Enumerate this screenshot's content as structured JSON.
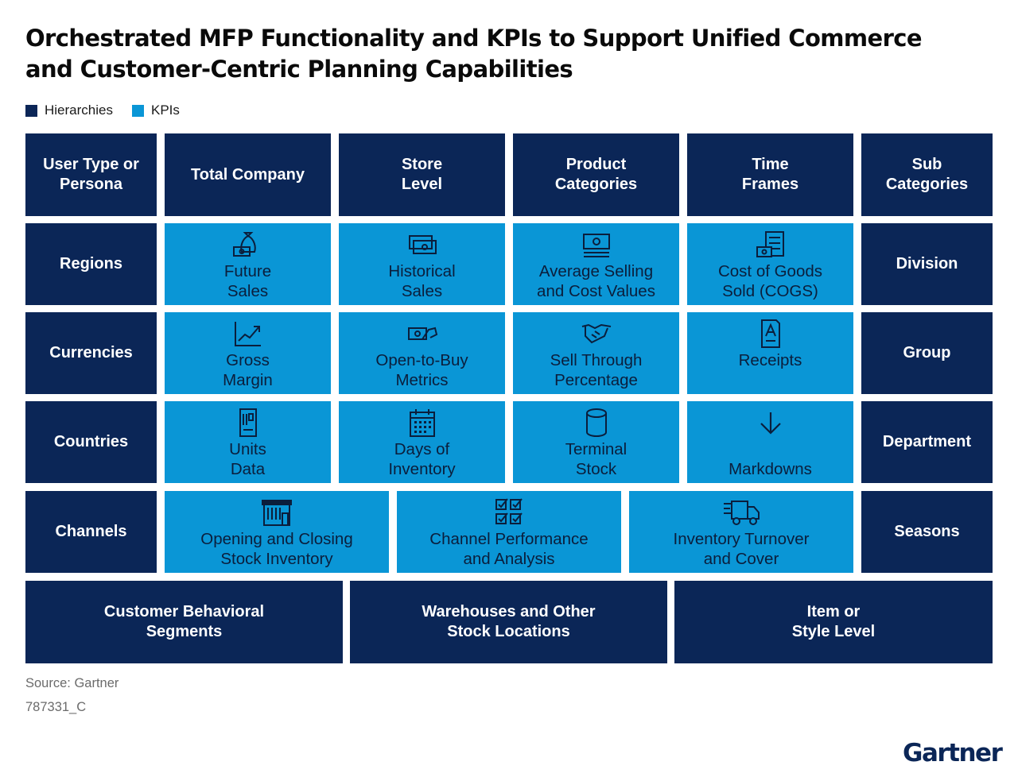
{
  "title": {
    "line1": "Orchestrated MFP Functionality and KPIs to Support Unified Commerce",
    "line2": "and Customer-Centric Planning Capabilities"
  },
  "legend": {
    "hierarchies": "Hierarchies",
    "kpis": "KPIs",
    "colors": {
      "hierarchies": "#0b2657",
      "kpis": "#0a96d6"
    }
  },
  "hierarchies": {
    "user_type": "User Type or\nPersona",
    "total_company": "Total Company",
    "store_level": "Store\nLevel",
    "product_categories": "Product\nCategories",
    "time_frames": "Time\nFrames",
    "sub_categories": "Sub\nCategories",
    "regions": "Regions",
    "division": "Division",
    "currencies": "Currencies",
    "group": "Group",
    "countries": "Countries",
    "department": "Department",
    "channels": "Channels",
    "seasons": "Seasons",
    "customer_segments": "Customer Behavioral\nSegments",
    "warehouses": "Warehouses and Other\nStock Locations",
    "item_style": "Item or\nStyle Level"
  },
  "kpis": {
    "future_sales": {
      "label": "Future\nSales",
      "icon": "money-bag-icon"
    },
    "historical_sales": {
      "label": "Historical\nSales",
      "icon": "cash-icon"
    },
    "avg_selling": {
      "label": "Average Selling\nand Cost Values",
      "icon": "banknote-icon"
    },
    "cogs": {
      "label": "Cost of Goods\nSold (COGS)",
      "icon": "cash-register-icon"
    },
    "gross_margin": {
      "label": "Gross\nMargin",
      "icon": "trend-chart-icon"
    },
    "open_to_buy": {
      "label": "Open-to-Buy\nMetrics",
      "icon": "money-hand-icon"
    },
    "sell_through": {
      "label": "Sell Through\nPercentage",
      "icon": "handshake-icon"
    },
    "receipts": {
      "label": "Receipts",
      "icon": "document-icon"
    },
    "units_data": {
      "label": "Units\nData",
      "icon": "phone-icon"
    },
    "days_inventory": {
      "label": "Days of\nInventory",
      "icon": "calendar-icon"
    },
    "terminal_stock": {
      "label": "Terminal\nStock",
      "icon": "cylinder-icon"
    },
    "markdowns": {
      "label": "Markdowns",
      "icon": "arrow-down-icon"
    },
    "opening_closing": {
      "label": "Opening and Closing\nStock Inventory",
      "icon": "storefront-icon"
    },
    "channel_performance": {
      "label": "Channel Performance\nand Analysis",
      "icon": "checklist-icon"
    },
    "inventory_turnover": {
      "label": "Inventory Turnover\nand Cover",
      "icon": "truck-icon"
    }
  },
  "footer": {
    "source": "Source: Gartner",
    "doc_id": "787331_C",
    "logo": "Gartner"
  }
}
